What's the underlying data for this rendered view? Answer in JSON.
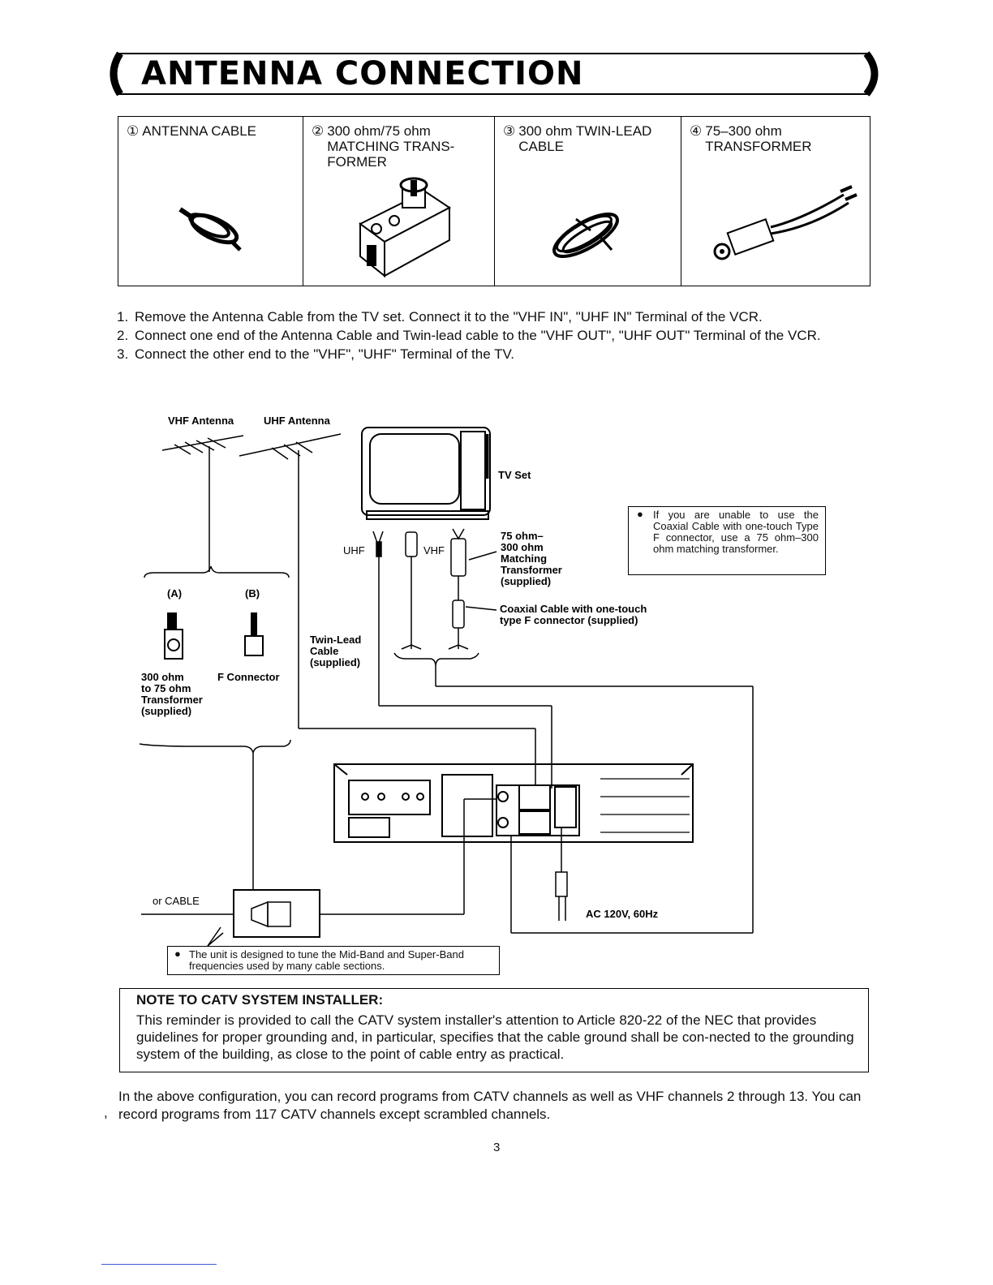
{
  "title": "ANTENNA CONNECTION",
  "parts": [
    {
      "num": "①",
      "label": "ANTENNA CABLE",
      "icon": "coiled-cable-icon"
    },
    {
      "num": "②",
      "label": "300 ohm/75 ohm MATCHING TRANS- FORMER",
      "icon": "matching-transformer-icon"
    },
    {
      "num": "③",
      "label": "300 ohm TWIN-LEAD CABLE",
      "icon": "twin-lead-cable-icon"
    },
    {
      "num": "④",
      "label": "75–300 ohm TRANSFORMER",
      "icon": "transformer-plug-icon"
    }
  ],
  "instructions": [
    {
      "n": "1.",
      "text": "Remove the Antenna Cable from the TV set. Connect it to the \"VHF IN\", \"UHF IN\" Terminal of the VCR."
    },
    {
      "n": "2.",
      "text": "Connect one end of the Antenna Cable and Twin-lead cable to the \"VHF OUT\", \"UHF OUT\" Terminal of the VCR."
    },
    {
      "n": "3.",
      "text": "Connect the other end to the \"VHF\", \"UHF\" Terminal of the TV."
    }
  ],
  "diagram": {
    "vhf_antenna": "VHF Antenna",
    "uhf_antenna": "UHF Antenna",
    "tv_set": "TV Set",
    "uhf": "UHF",
    "vhf": "VHF",
    "label_a": "(A)",
    "label_b": "(B)",
    "transformer_300_75": "300 ohm\nto 75 ohm\nTransformer\n(supplied)",
    "f_connector": "F Connector",
    "twin_lead": "Twin-Lead\nCable\n(supplied)",
    "matching_transformer": "75 ohm–\n300 ohm\nMatching\nTransformer\n(supplied)",
    "coaxial_cable": "Coaxial Cable with one-touch\ntype F connector (supplied)",
    "or_cable": "or CABLE",
    "ac_power": "AC 120V, 60Hz",
    "note_coaxial": "If you are unable to use the Coaxial Cable with one-touch Type F connector, use a 75 ohm–300 ohm matching transformer.",
    "note_midband": "The unit is designed to tune the Mid-Band and Super-Band frequencies used by many cable sections."
  },
  "catv": {
    "title": "NOTE TO CATV SYSTEM INSTALLER:",
    "body": "This reminder is provided to call the CATV system installer's attention to Article 820-22 of the NEC that provides guidelines for proper grounding and, in particular, specifies that the cable ground shall be con-nected to the grounding system of the building, as close to the point of cable entry as practical."
  },
  "footer_text": "In the above configuration, you can record programs from CATV channels as well as VHF channels 2 through 13. You can record programs from 117 CATV channels except scrambled channels.",
  "stray_mark": ",",
  "page_number": "3"
}
